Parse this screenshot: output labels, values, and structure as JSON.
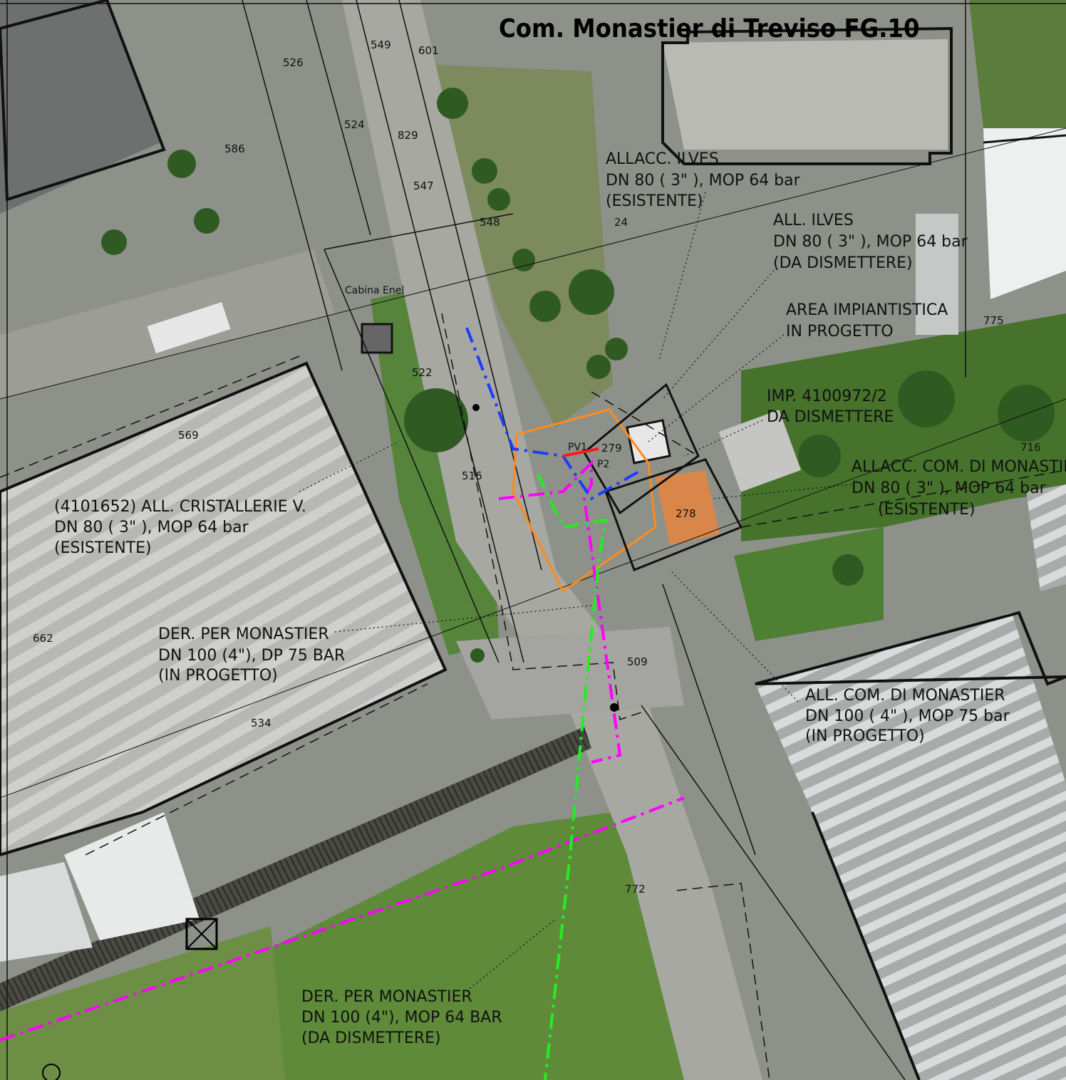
{
  "title": "Com. Monastier di Treviso FG.10",
  "parcels": [
    "549",
    "601",
    "526",
    "524",
    "829",
    "586",
    "547",
    "548",
    "24",
    "522",
    "569",
    "516",
    "279",
    "278",
    "662",
    "534",
    "509",
    "772",
    "775",
    "716"
  ],
  "cabina_label": "Cabina Enel",
  "callouts": {
    "allacc_ilves": [
      "ALLACC. ILVES",
      "DN 80 ( 3\" ), MOP 64 bar",
      "(ESISTENTE)"
    ],
    "all_ilves": [
      "ALL. ILVES",
      "DN 80 ( 3\" ), MOP 64 bar",
      "(DA DISMETTERE)"
    ],
    "area_impiantistica": [
      "AREA IMPIANTISTICA",
      "IN PROGETTO"
    ],
    "imp": [
      "IMP. 4100972/2",
      "DA DISMETTERE"
    ],
    "allacc_com": [
      "ALLACC. COM. DI MONASTIER",
      "DN 80 ( 3\" ), MOP 64 bar",
      "(ESISTENTE)"
    ],
    "cristallerie": [
      "(4101652) ALL. CRISTALLERIE V.",
      "DN 80 ( 3\" ), MOP 64 bar",
      "(ESISTENTE)"
    ],
    "der_progetto": [
      "DER. PER MONASTIER",
      "DN 100 (4\"), DP 75 BAR",
      "(IN PROGETTO)"
    ],
    "all_com_progetto": [
      "ALL. COM. DI MONASTIER",
      "DN 100 ( 4\" ), MOP 75 bar",
      "(IN PROGETTO)"
    ],
    "der_dismettere": [
      "DER. PER MONASTIER",
      "DN 100 (4\"), MOP 64 BAR",
      "(DA DISMETTERE)"
    ]
  },
  "pipe_labels": [
    "PV1",
    "P2"
  ],
  "colors": {
    "magenta": "#ff00ff",
    "green": "#22ee22",
    "blue": "#1a3cff",
    "orange": "#ff8a1a",
    "red": "#ff1a1a"
  }
}
